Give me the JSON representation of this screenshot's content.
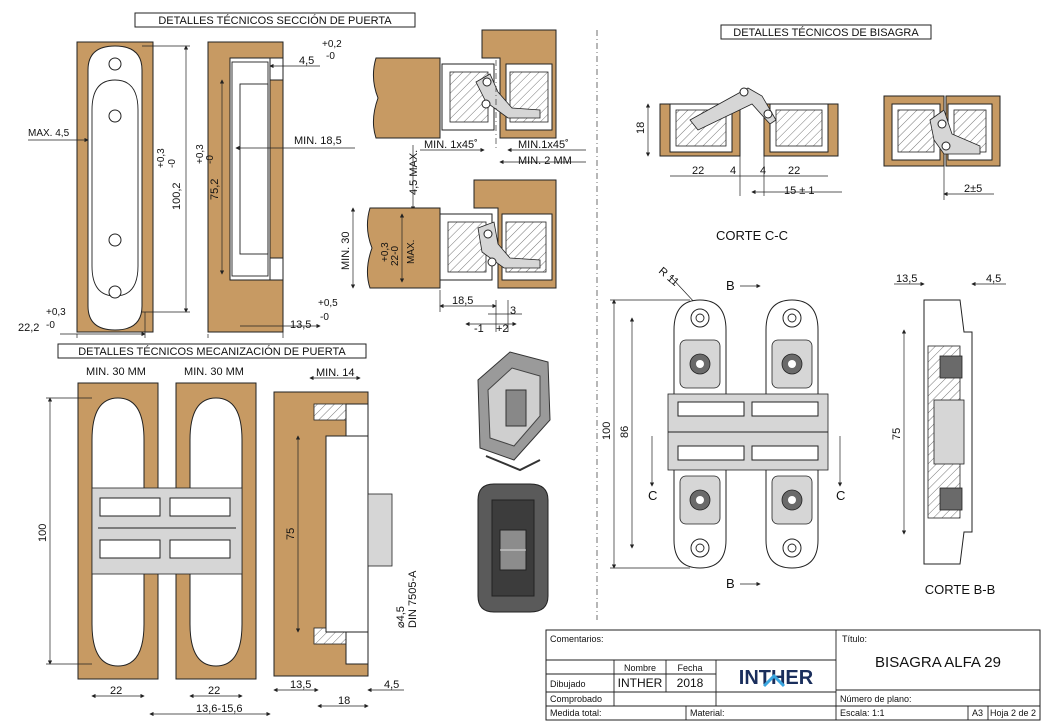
{
  "sections": {
    "puerta": "DETALLES TÉCNICOS SECCIÓN DE PUERTA",
    "mecanizacion": "DETALLES TÉCNICOS MECANIZACIÓN DE PUERTA",
    "bisagra": "DETALLES TÉCNICOS DE BISAGRA"
  },
  "dims": {
    "max45": "MAX. 4,5",
    "h100": "100,2",
    "tol03a": "+0,3",
    "tol0a": "-0",
    "h75": "75,2",
    "tol03b": "+0,3",
    "tol0b": "-0",
    "tol02": "+0,2",
    "tol0c": "-0",
    "d45a": "4,5",
    "min185": "MIN. 18,5",
    "tol03c": "+0,3",
    "d222": "22,2",
    "tol0d": "-0",
    "tol05": "+0,5",
    "d135a": "13,5",
    "tol0e": "-0",
    "min1x45a": "MIN. 1x45˚",
    "min1x45b": "MIN.1x45˚",
    "min2mm": "MIN. 2 MM",
    "max45v": "4,5 MAX.",
    "min30v": "MIN. 30",
    "tol03d": "+0,3",
    "d220": "22-0",
    "max": "MAX.",
    "d185": "18,5",
    "d3": "3",
    "dm1": "-1",
    "dp2": "+2",
    "min30a": "MIN. 30 MM",
    "min30b": "MIN. 30 MM",
    "min14": "MIN. 14",
    "d100a": "100",
    "d75a": "75",
    "phi45": "⌀4,5",
    "din": "DIN 7505-A",
    "d22a": "22",
    "d22b": "22",
    "d136": "13,6-15,6",
    "d135b": "13,5",
    "d45b": "4,5",
    "d18a": "18",
    "d18b": "18",
    "d22c": "22",
    "d4a": "4",
    "d4b": "4",
    "d22d": "22",
    "d15": "15 ",
    "d15tol": "± 1",
    "d2pm5": "2±5",
    "corteCC": "CORTE C-C",
    "r11": "R 11",
    "bTop": "B",
    "bBot": "B",
    "cLeft": "C",
    "cRight": "C",
    "d100b": "100",
    "d86": "86",
    "d135c": "13,5",
    "d45c": "4,5",
    "d75b": "75",
    "corteBB": "CORTE B-B"
  },
  "titleblock": {
    "comentarios": "Comentarios:",
    "titulo_label": "Título:",
    "titulo": "BISAGRA ALFA 29",
    "nombre": "Nombre",
    "fecha": "Fecha",
    "dibujado": "Dibujado",
    "autor": "INTHER",
    "anio": "2018",
    "comprobado": "Comprobado",
    "plano": "Número de plano:",
    "medida": "Medida total:",
    "material": "Material:",
    "escala": "Escala: 1:1",
    "formato": "A3",
    "hoja": "Hoja 2 de 2",
    "logo": "INTHER"
  }
}
